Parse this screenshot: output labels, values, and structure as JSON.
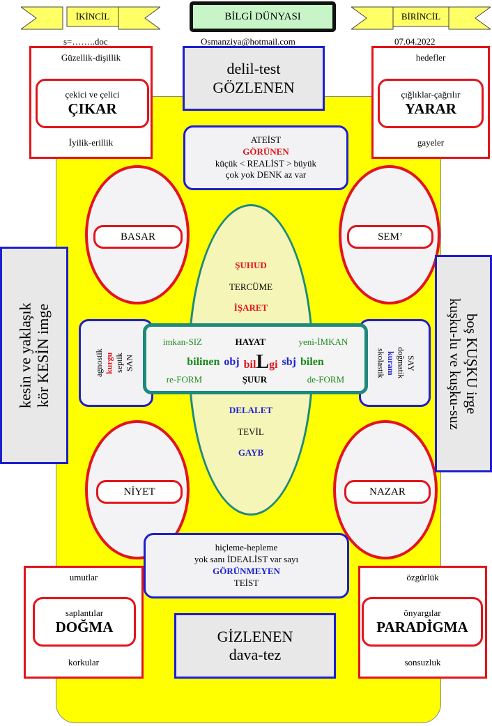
{
  "header": {
    "left_ribbon": "İKİNCİL",
    "title": "BİLGİ DÜNYASI",
    "right_ribbon": "BİRİNCİL",
    "file": "s=……..doc",
    "email": "Osmanziya@hotmail.com",
    "date": "07.04.2022"
  },
  "top_left": {
    "top": "Güzellik-dişillik",
    "sub": "çekici ve çelici",
    "main": "ÇIKAR",
    "bottom": "İyilik-erillik"
  },
  "top_right": {
    "top": "hedefler",
    "sub": "çığlıklar-çağrılır",
    "main": "YARAR",
    "bottom": "gayeler"
  },
  "top_center": {
    "line1": "delil-test",
    "line2": "GÖZLENEN"
  },
  "ateist_box": {
    "l1": "ATEİST",
    "l2": "GÖRÜNEN",
    "l3": "küçük  <  REALİST > büyük",
    "l4": "çok yok DENK az var"
  },
  "ovals": {
    "basar": "BASAR",
    "sem": "SEM’",
    "niyet": "NİYET",
    "nazar": "NAZAR"
  },
  "left_side": {
    "l1": "kesin ve yaklaşık",
    "l2": "kör  KESİN imge"
  },
  "right_side": {
    "l1": "boş KUŞKU irge",
    "l2": "kuşku-lu ve kuşku-suz"
  },
  "left_small": {
    "c1": "agnostik",
    "c2": "kurgu",
    "c3": "septik",
    "c4": "SAN"
  },
  "right_small": {
    "c1": "SAY",
    "c2": "doğmatik",
    "c3": "kuram",
    "c4": "skolastik"
  },
  "center_oval": {
    "suhud": "ŞUHUD",
    "tercume": "TERCÜME",
    "isaret": "İŞARET",
    "delalet": "DELALET",
    "tevil": "TEVİL",
    "gayb": "GAYB"
  },
  "center_box": {
    "row1_a": "imkan-SIZ",
    "row1_b": "HAYAT",
    "row1_c": "yeni-İMKAN",
    "row2_a": "bilinen",
    "row2_b": "obj",
    "row2_c": "bil",
    "row2_d": "L",
    "row2_e": "gi",
    "row2_f": "sbj",
    "row2_g": "bilen",
    "row3_a": "re-FORM",
    "row3_b": "ŞUUR",
    "row3_c": "de-FORM"
  },
  "teist_box": {
    "l1": "hiçleme-hepleme",
    "l2": "yok sanı İDEALİST var sayı",
    "l3": "GÖRÜNMEYEN",
    "l4": "TEİST"
  },
  "bottom_left": {
    "top": "umutlar",
    "sub": "saplantılar",
    "main": "DOĞMA",
    "bottom": "korkular"
  },
  "bottom_right": {
    "top": "özgürlük",
    "sub": "önyargılar",
    "main": "PARADİGMA",
    "bottom": "sonsuzluk"
  },
  "bottom_center": {
    "line1": "GİZLENEN",
    "line2": "dava-tez"
  },
  "colors": {
    "yellow": "#ffff00",
    "red": "#e3141b",
    "blue": "#1d1fcf",
    "teal": "#1d8a7a",
    "green": "#1b8a1b"
  }
}
